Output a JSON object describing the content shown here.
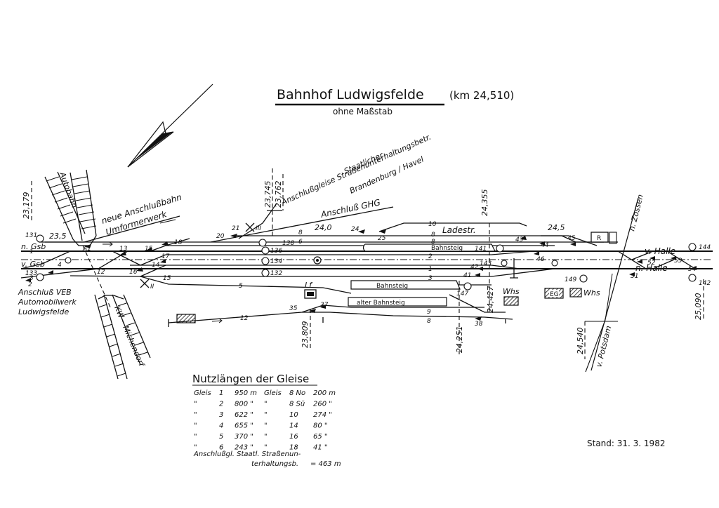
{
  "title": "Bahnhof Ludwigsfelde",
  "title_km": "(km 24,510)",
  "subtitle": "ohne Maßstab",
  "stand": "Stand: 31. 3. 1982",
  "road_labels": {
    "autobahn": "Autobahn",
    "kw_michendorf": "KW – Michendorf",
    "v_potsdam": "v. Potsdam",
    "n_zossen": "n. Zossen"
  },
  "annotations": {
    "anschlussbahn": "neue Anschlußbahn",
    "umformerwerk": "Umformerwerk",
    "staatl_1": "Staatlicher",
    "staatl_2": "Anschlußgleise Straßenunterhaltungsbetr.",
    "staatl_3": "Brandenburg / Havel",
    "ghg": "Anschluß GHG",
    "veb_1": "Anschluß VEB",
    "veb_2": "Automobilwerk",
    "veb_3": "Ludwigsfelde",
    "ladestr": "Ladestr.",
    "n_gsb": "n. Gsb",
    "v_gsb": "v. Gsb",
    "v_halle": "v. Halle",
    "n_halle": "n. Halle"
  },
  "buildings": {
    "bahnsteig_1": "Bahnsteig",
    "bahnsteig_2": "Bahnsteig",
    "alter_bahnsteig": "alter Bahnsteig",
    "lf": "Lf",
    "whs_1": "Whs",
    "whs_2": "Whs",
    "eg": "EG",
    "r": "R"
  },
  "km_marks": [
    "23,179",
    "23,5",
    "23,745",
    "23,762",
    "24,0",
    "24,355",
    "24,5",
    "24,427",
    "24,251",
    "23,809",
    "24,540",
    "25,090"
  ],
  "signals": [
    "131",
    "133",
    "136",
    "134",
    "138",
    "132",
    "141",
    "143",
    "147",
    "149",
    "144",
    "142"
  ],
  "roman": [
    "III",
    "II"
  ],
  "track_numbers": [
    "10",
    "8",
    "6",
    "2",
    "1",
    "3",
    "5",
    "12",
    "9",
    "8",
    "8",
    "8"
  ],
  "switch_numbers": [
    "A1",
    "1",
    "2",
    "3",
    "4",
    "12",
    "13",
    "14",
    "15",
    "15",
    "16",
    "17",
    "18",
    "20",
    "21",
    "24",
    "25",
    "35",
    "37",
    "38",
    "41",
    "42",
    "43",
    "44",
    "45",
    "46",
    "51",
    "52",
    "53",
    "54"
  ],
  "table": {
    "heading": "Nutzlängen der Gleise",
    "rows": [
      [
        "Gleis",
        "1",
        "950 m",
        "Gleis",
        "8 No",
        "200 m"
      ],
      [
        "\"",
        "2",
        "800 \"",
        "\"",
        "8 Sü",
        "260 \""
      ],
      [
        "\"",
        "3",
        "622 \"",
        "\"",
        "10",
        "274 \""
      ],
      [
        "\"",
        "4",
        "655 \"",
        "\"",
        "14",
        "80 \""
      ],
      [
        "\"",
        "5",
        "370 \"",
        "\"",
        "16",
        "65 \""
      ],
      [
        "\"",
        "6",
        "243 \"",
        "\"",
        "18",
        "41 \""
      ]
    ],
    "footer_1": "Anschlußgl. Staatl. Straßenun-",
    "footer_2": "terhaltungsb.",
    "footer_val": "= 463 m"
  }
}
